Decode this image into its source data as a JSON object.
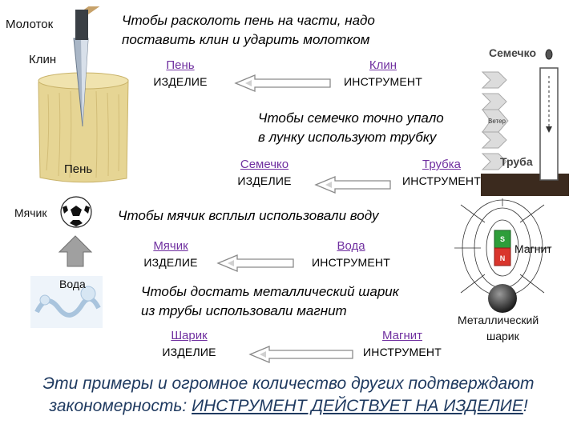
{
  "labels": {
    "hammer": "Молоток",
    "wedge": "Клин",
    "stump": "Пень",
    "seed": "Семечко",
    "pipe": "Труба",
    "wind": "Ветер",
    "ball": "Мячик",
    "water": "Вода",
    "magnet": "Магнит",
    "metal_ball_line1": "Металлический",
    "metal_ball_line2": "шарик",
    "magnet_n": "N",
    "magnet_s": "S"
  },
  "examples": [
    {
      "sentence_line1": "Чтобы расколоть пень на части, надо",
      "sentence_line2": "поставить клин и ударить молотком",
      "product_name": "Пень",
      "product_role": "ИЗДЕЛИЕ",
      "tool_name": "Клин",
      "tool_role": "ИНСТРУМЕНТ"
    },
    {
      "sentence_line1": "Чтобы семечко точно упало",
      "sentence_line2": "в лунку используют трубку",
      "product_name": "Семечко",
      "product_role": "ИЗДЕЛИЕ",
      "tool_name": "Трубка",
      "tool_role": "ИНСТРУМЕНТ"
    },
    {
      "sentence_line1": "Чтобы мячик всплыл использовали воду",
      "sentence_line2": "",
      "product_name": "Мячик",
      "product_role": "ИЗДЕЛИЕ",
      "tool_name": "Вода",
      "tool_role": "ИНСТРУМЕНТ"
    },
    {
      "sentence_line1": "Чтобы достать металлический шарик",
      "sentence_line2": " из трубы использовали магнит",
      "product_name": "Шарик",
      "product_role": "ИЗДЕЛИЕ",
      "tool_name": "Магнит",
      "tool_role": "ИНСТРУМЕНТ"
    }
  ],
  "footer": {
    "line1": "Эти примеры и огромное количество других подтверждают",
    "line2_prefix": "закономерность: ",
    "line2_emphasis": "ИНСТРУМЕНТ ДЕЙСТВУЕТ НА ИЗДЕЛИЕ",
    "line2_suffix": "!"
  },
  "colors": {
    "purple_link": "#7030a0",
    "arrow_fill": "#ffffff",
    "arrow_stroke": "#8a8a8a",
    "wood": "#e8d89a",
    "footer_text": "#1f3a60"
  }
}
